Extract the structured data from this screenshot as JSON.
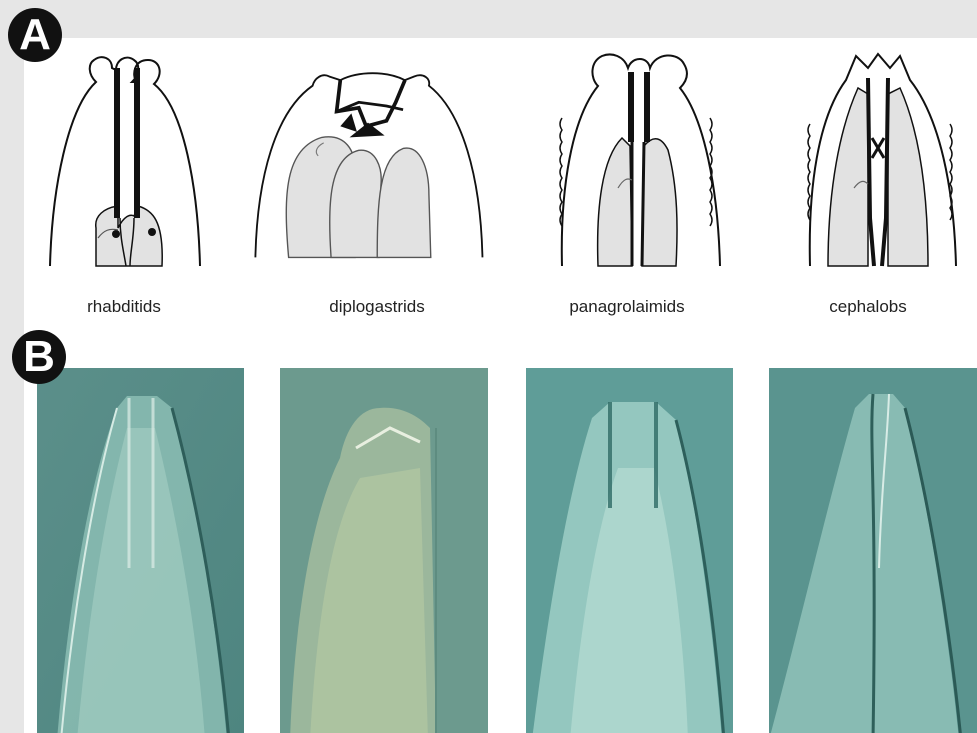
{
  "panels": {
    "a": {
      "label": "A"
    },
    "b": {
      "label": "B"
    }
  },
  "taxa": [
    {
      "name": "rhabditids"
    },
    {
      "name": "diplogastrids"
    },
    {
      "name": "panagrolaimids"
    },
    {
      "name": "cephalobs"
    }
  ],
  "colors": {
    "outer_background": "#e6e6e6",
    "figure_background": "#ffffff",
    "label_circle": "#111111",
    "tissue_fill": "#e2e2e2",
    "photo_teal": "#5e9590"
  }
}
